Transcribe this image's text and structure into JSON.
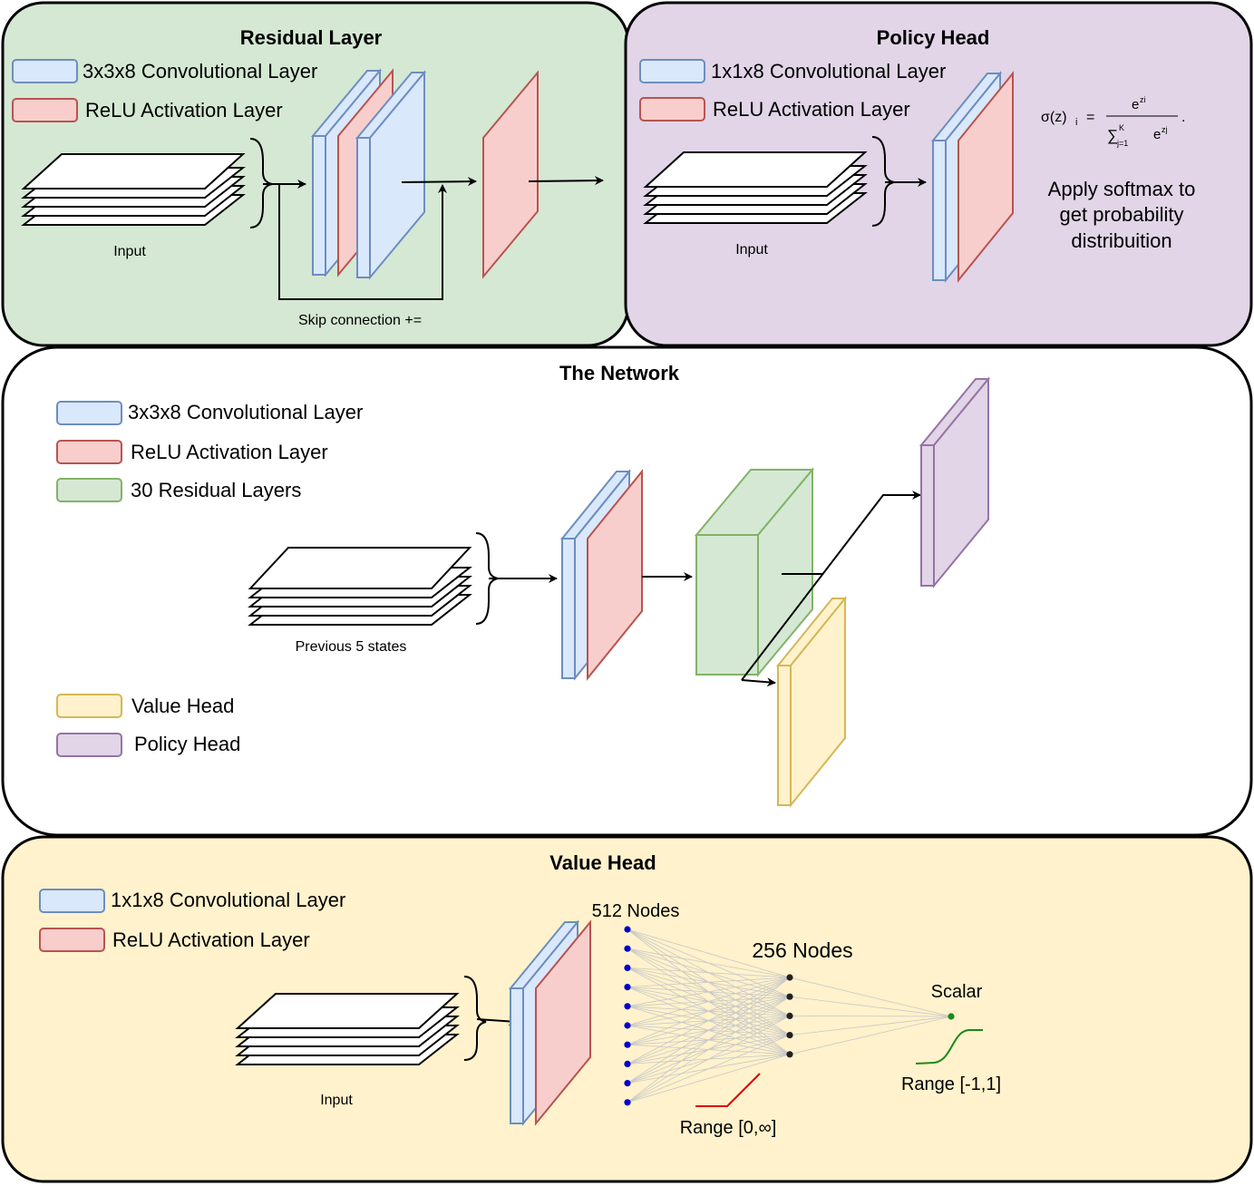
{
  "residual_layer": {
    "title": "Residual Layer",
    "legend_conv": "3x3x8 Convolutional Layer",
    "legend_relu": "ReLU Activation Layer",
    "input_label": "Input",
    "skip_label": "Skip connection +="
  },
  "policy_head": {
    "title": "Policy Head",
    "legend_conv": "1x1x8 Convolutional Layer",
    "legend_relu": "ReLU Activation Layer",
    "input_label": "Input",
    "formula": "σ(z)_i = e^{z_i} / Σ_{j=1}^{K} e^{z_j}",
    "formula_lhs": "σ(z)",
    "formula_lhs_sub": "i",
    "formula_eq": "=",
    "formula_num": "e",
    "formula_num_sup": "zi",
    "formula_den_sigma": "∑",
    "formula_den_top": "K",
    "formula_den_bottom": "j=1",
    "formula_den_e": "e",
    "formula_den_sup": "zj",
    "formula_end": ".",
    "desc_line1": "Apply softmax to",
    "desc_line2": "get probability",
    "desc_line3": "distribuition"
  },
  "network": {
    "title": "The Network",
    "legend_conv": "3x3x8 Convolutional Layer",
    "legend_relu": "ReLU Activation Layer",
    "legend_residual": "30 Residual Layers",
    "legend_value": "Value Head",
    "legend_policy": "Policy Head",
    "input_label": "Previous 5 states"
  },
  "value_head": {
    "title": "Value Head",
    "legend_conv": "1x1x8 Convolutional Layer",
    "legend_relu": "ReLU Activation Layer",
    "input_label": "Input",
    "nodes_512": "512 Nodes",
    "nodes_256": "256 Nodes",
    "scalar": "Scalar",
    "range_relu": "Range [0,∞]",
    "range_tanh": "Range [-1,1]"
  },
  "colors": {
    "green_bg": "#d5e8d4",
    "purple_bg": "#e1d5e7",
    "yellow_bg": "#fff2cc",
    "white_bg": "#ffffff",
    "conv_fill": "#dae8fc",
    "conv_stroke": "#6c8ebf",
    "relu_fill": "#f8cecc",
    "relu_stroke": "#b85450",
    "res_fill": "#d5e8d4",
    "res_stroke": "#82b366",
    "value_fill": "#fff2cc",
    "value_stroke": "#d6b656",
    "policy_fill": "#e1d5e7",
    "policy_stroke": "#9673a6",
    "node_blue": "#0000cc",
    "node_dark": "#222222",
    "node_green": "#1a8a1a",
    "relu_curve": "#e00000",
    "tanh_curve": "#1a8a1a"
  }
}
